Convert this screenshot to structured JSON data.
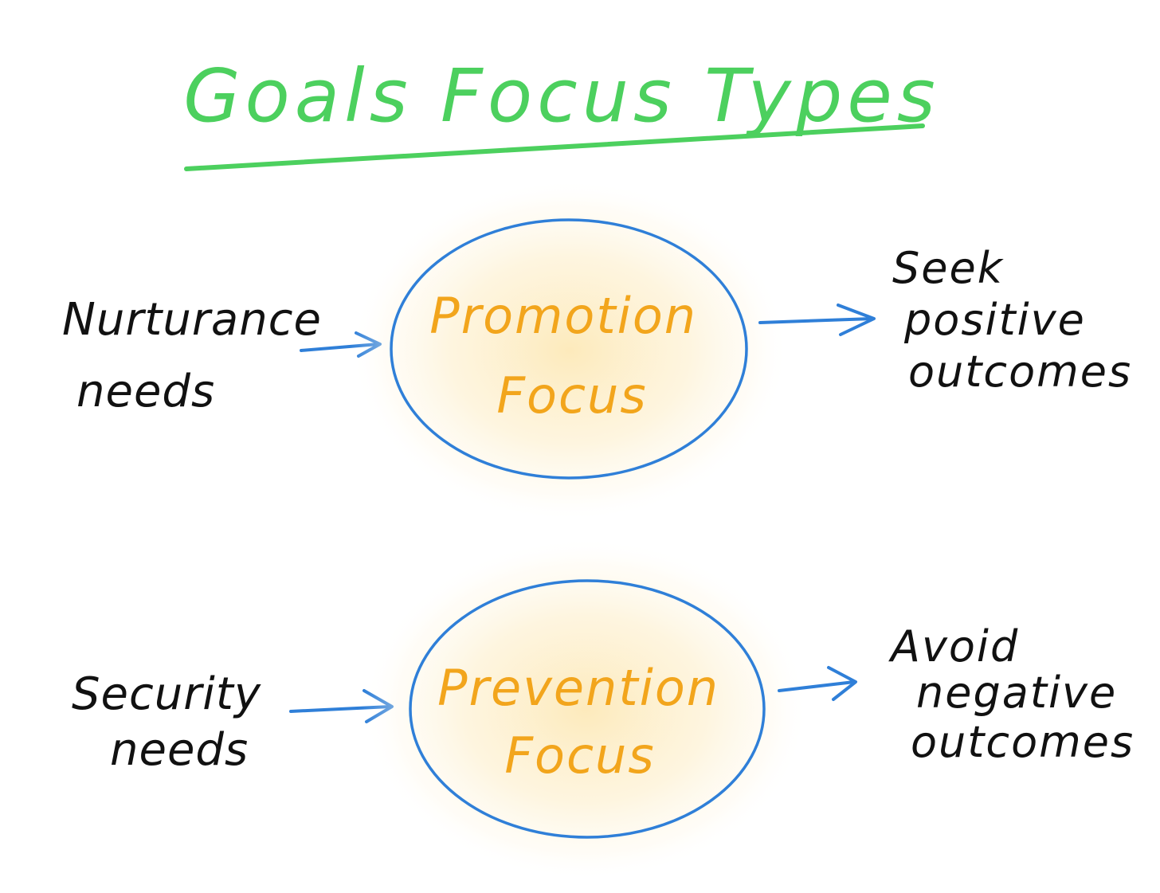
{
  "colors": {
    "title": "#4cd05e",
    "underline": "#4cd05e",
    "ink": "#111111",
    "ellipse_stroke": "#2f7fd8",
    "arrow": "#2f7fd8",
    "focus_text": "#f2a51c",
    "glow": "#fde7b2"
  },
  "title": "Goals Focus Types",
  "rows": [
    {
      "input_lines": [
        "Nurturance",
        "needs"
      ],
      "focus_lines": [
        "Promotion",
        "Focus"
      ],
      "outcome_lines": [
        "Seek",
        "positive",
        "outcomes"
      ]
    },
    {
      "input_lines": [
        "Security",
        "needs"
      ],
      "focus_lines": [
        "Prevention",
        "Focus"
      ],
      "outcome_lines": [
        "Avoid",
        "negative",
        "outcomes"
      ]
    }
  ]
}
